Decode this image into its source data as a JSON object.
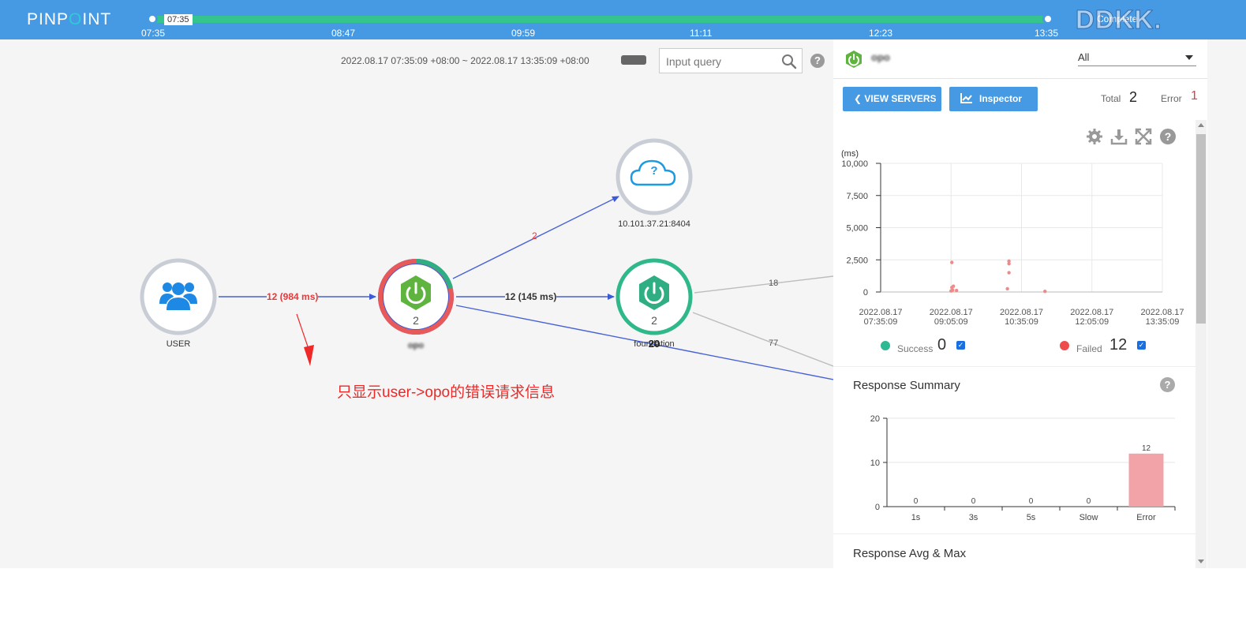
{
  "header": {
    "logo_prefix": "PINP",
    "logo_dot": "O",
    "logo_suffix": "INT",
    "timeline": {
      "start_label": "07:35",
      "ticks": [
        "07:35",
        "08:47",
        "09:59",
        "11:11",
        "12:23",
        "13:35"
      ]
    },
    "complete_label": "Complete",
    "watermark": "DDKK."
  },
  "query": {
    "time_range": "2022.08.17 07:35:09 +08:00 ~ 2022.08.17 13:35:09 +08:00",
    "placeholder": "Input query",
    "help": "?"
  },
  "server_map": {
    "nodes": [
      {
        "id": "user",
        "label": "USER",
        "icon": "users-icon"
      },
      {
        "id": "opo",
        "label": "opo",
        "count": "2",
        "icon": "power-icon"
      },
      {
        "id": "unknown",
        "label": "10.101.37.21:8404",
        "icon": "cloud-question-icon",
        "glyph": "?"
      },
      {
        "id": "foundation",
        "label": "foundation",
        "count": "2",
        "overlay": "20",
        "icon": "power-icon"
      }
    ],
    "edges": [
      {
        "label": "12 (984 ms)",
        "color": "#e63b3b"
      },
      {
        "label": "12 (145 ms)",
        "color": "#333333"
      },
      {
        "label": "2",
        "color": "#e63b3b"
      },
      {
        "label": "18",
        "color": "#555555"
      },
      {
        "label": "77",
        "color": "#555555"
      }
    ],
    "annotation": "只显示user->opo的错误请求信息"
  },
  "panel": {
    "app_name": "opo",
    "agent_select": "All",
    "view_servers_label": "VIEW SERVERS",
    "inspector_label": "Inspector",
    "total_label": "Total",
    "total_value": "2",
    "error_label": "Error",
    "error_value": "1",
    "tools": [
      "gear-icon",
      "download-icon",
      "expand-icon",
      "help-icon"
    ],
    "legend": {
      "success_label": "Success",
      "success_count": "0",
      "failed_label": "Failed",
      "failed_count": "12"
    },
    "response_summary_title": "Response Summary",
    "response_avg_title": "Response Avg & Max"
  },
  "chart_data": [
    {
      "type": "scatter",
      "ylabel": "(ms)",
      "ylim": [
        0,
        10000
      ],
      "yticks": [
        "10,000",
        "7,500",
        "5,000",
        "2,500",
        "0"
      ],
      "x_ticks": [
        [
          "2022.08.17",
          "07:35:09"
        ],
        [
          "2022.08.17",
          "09:05:09"
        ],
        [
          "2022.08.17",
          "10:35:09"
        ],
        [
          "2022.08.17",
          "12:05:09"
        ],
        [
          "2022.08.17",
          "13:35:09"
        ]
      ],
      "xlim_minutes": [
        0,
        360
      ],
      "series": [
        {
          "name": "Failed",
          "color": "#f08a8a",
          "points": [
            {
              "t": 91,
              "y": 2300
            },
            {
              "t": 91,
              "y": 350
            },
            {
              "t": 92,
              "y": 150
            },
            {
              "t": 90,
              "y": 80
            },
            {
              "t": 93,
              "y": 450
            },
            {
              "t": 97,
              "y": 120
            },
            {
              "t": 164,
              "y": 2400
            },
            {
              "t": 164,
              "y": 2200
            },
            {
              "t": 164,
              "y": 1500
            },
            {
              "t": 162,
              "y": 250
            },
            {
              "t": 210,
              "y": 50
            }
          ]
        }
      ]
    },
    {
      "type": "bar",
      "categories": [
        "1s",
        "3s",
        "5s",
        "Slow",
        "Error"
      ],
      "values": [
        0,
        0,
        0,
        0,
        12
      ],
      "ylim": [
        0,
        20
      ],
      "yticks": [
        20,
        10,
        0
      ],
      "color": "#f1a3a8"
    }
  ]
}
